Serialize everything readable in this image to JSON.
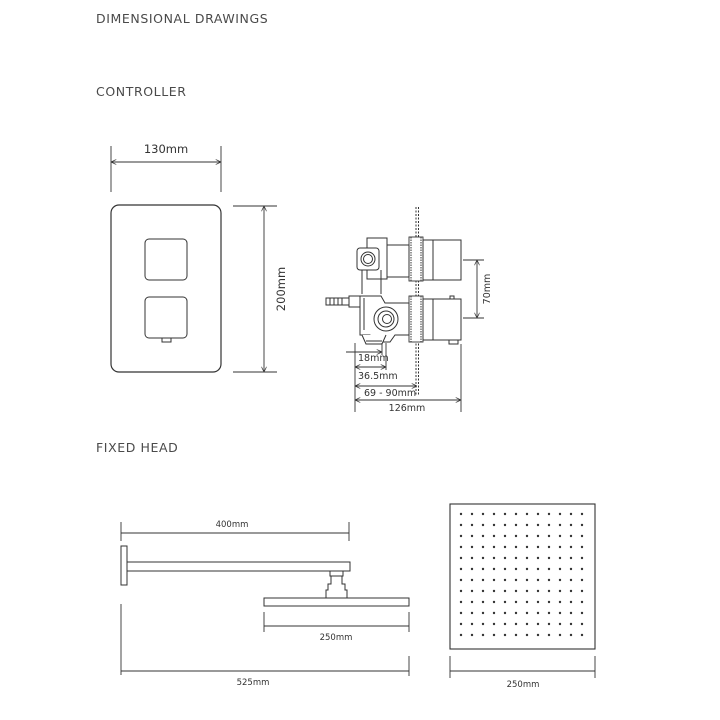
{
  "page": {
    "title": "DIMENSIONAL DRAWINGS"
  },
  "sections": {
    "controller": {
      "heading": "CONTROLLER",
      "front_view": {
        "width_label": "130mm",
        "height_label": "200mm"
      },
      "side_view": {
        "spacing_label": "70mm",
        "depth_labels": [
          "18mm",
          "36.5mm",
          "69 - 90mm",
          "126mm"
        ]
      }
    },
    "fixed_head": {
      "heading": "FIXED HEAD",
      "side_view": {
        "arm_length_label": "400mm",
        "head_width_label": "250mm",
        "total_projection_label": "525mm"
      },
      "top_view": {
        "head_size_label": "250mm",
        "nozzle_grid": {
          "columns": 12,
          "rows": 12
        }
      }
    }
  },
  "colors": {
    "line": "#333333",
    "text": "#444444",
    "background": "#ffffff"
  }
}
